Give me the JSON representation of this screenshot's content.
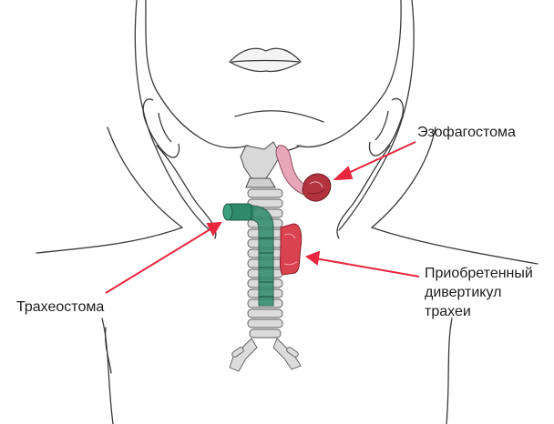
{
  "labels": {
    "esophagostomy": "Эзофагостома",
    "tracheostomy": "Трахеостома",
    "diverticulum": {
      "line1": "Приобретенный",
      "line2": "дивертикул",
      "line3": "трахеи"
    }
  },
  "colors": {
    "arrow": "#e8263f",
    "outline": "#3a3a3a",
    "trachea_ring": "#d9d9d9",
    "tracheostomy_tube": "#2f8a6c",
    "diverticulum": "#d9424f",
    "esophagostomy": "#b2333d",
    "esophagus_pink": "#e7a6b9"
  }
}
